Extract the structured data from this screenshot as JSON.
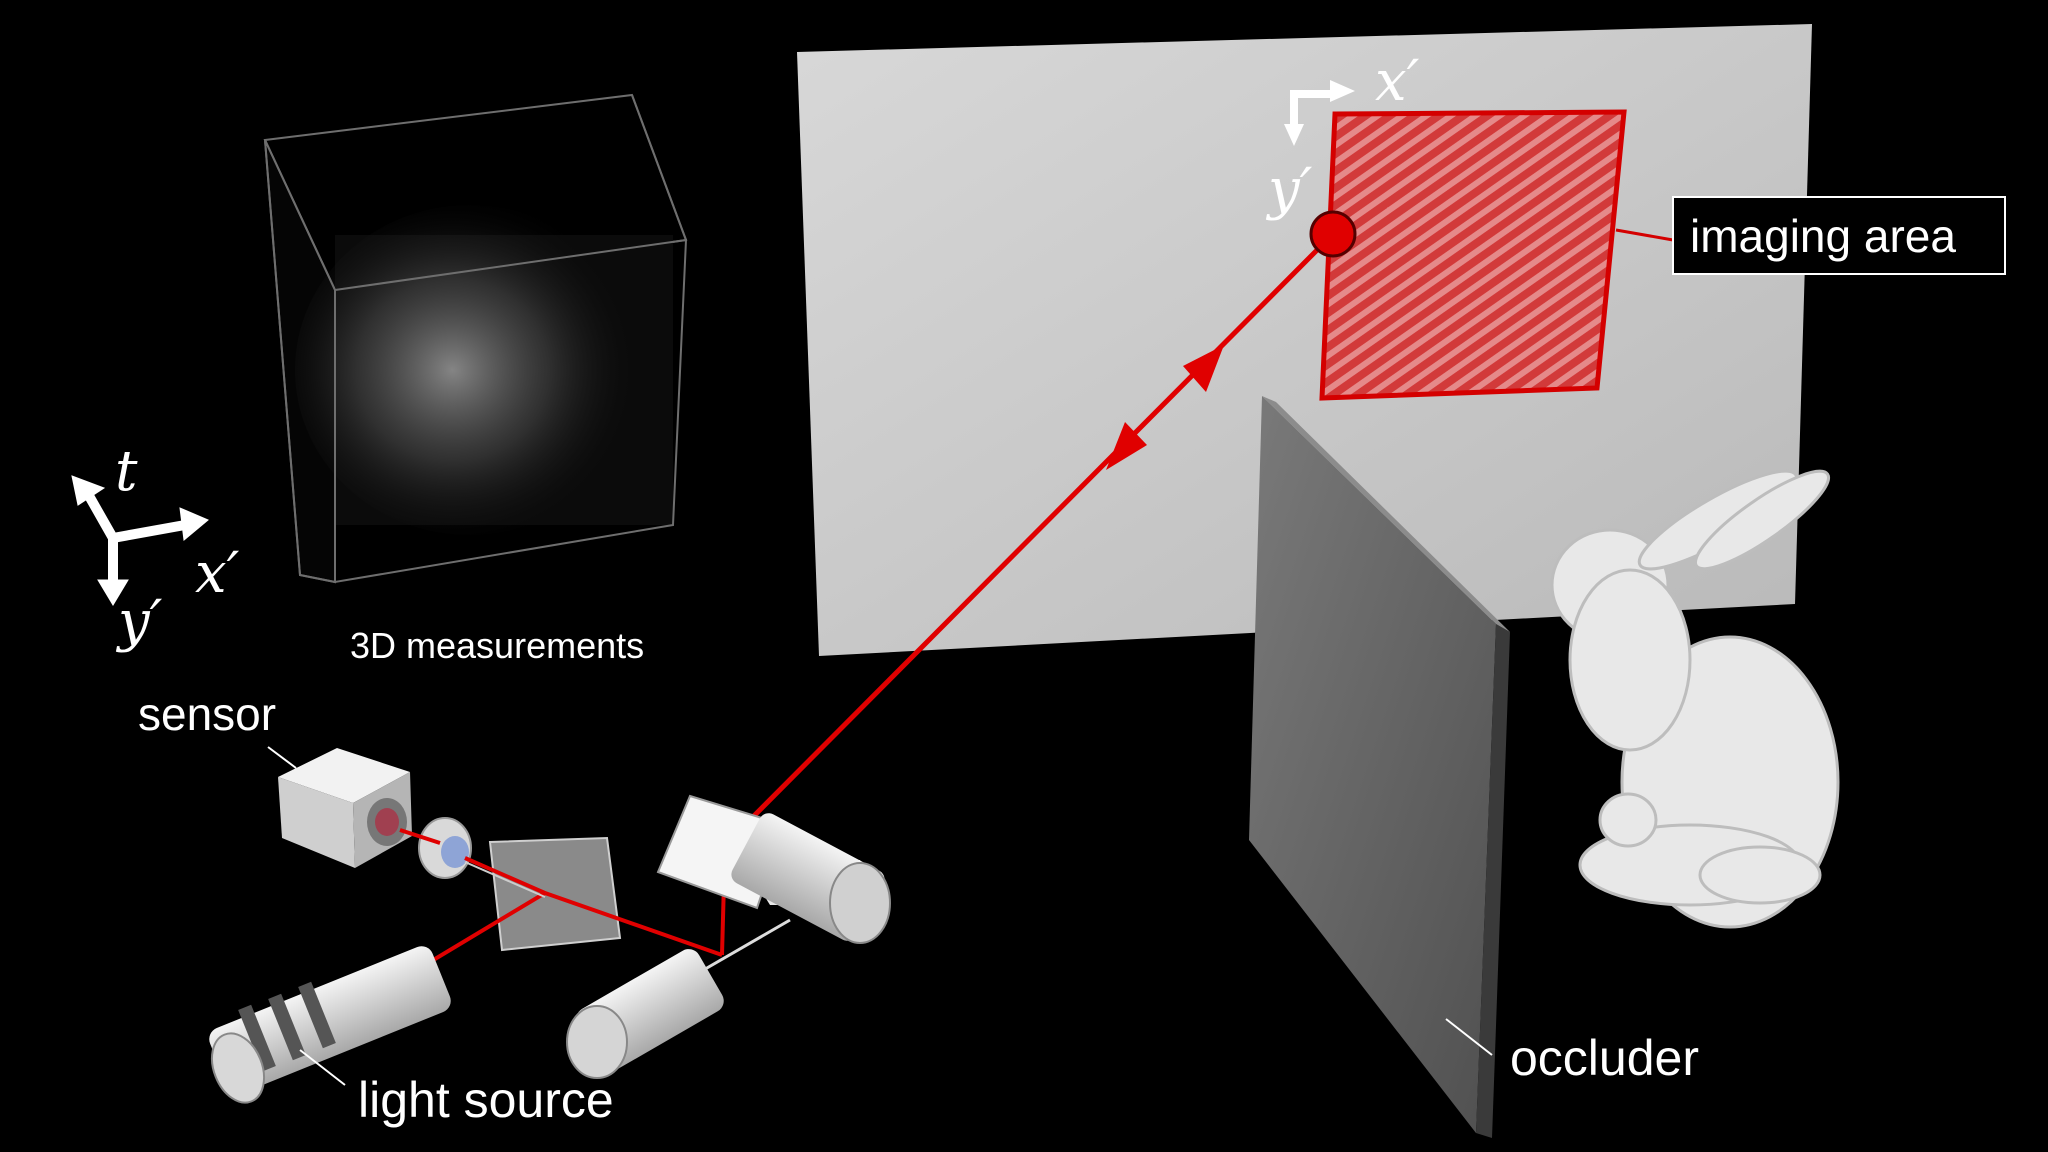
{
  "labels": {
    "measurements": "3D measurements",
    "sensor": "sensor",
    "light_source": "light source",
    "occluder": "occluder",
    "imaging_area": "imaging area"
  },
  "axes_left": {
    "t": "t",
    "x": "x′",
    "y": "y′"
  },
  "axes_wall": {
    "x": "x′",
    "y": "y′"
  },
  "colors": {
    "background": "#000000",
    "laser": "#e00000",
    "imaging_area_border": "#d40000",
    "wall": "#c8c8c8",
    "occluder": "#6a6a6a"
  },
  "icons": [
    "axis-arrows-icon",
    "bunny-icon",
    "camera-icon",
    "laser-icon"
  ]
}
